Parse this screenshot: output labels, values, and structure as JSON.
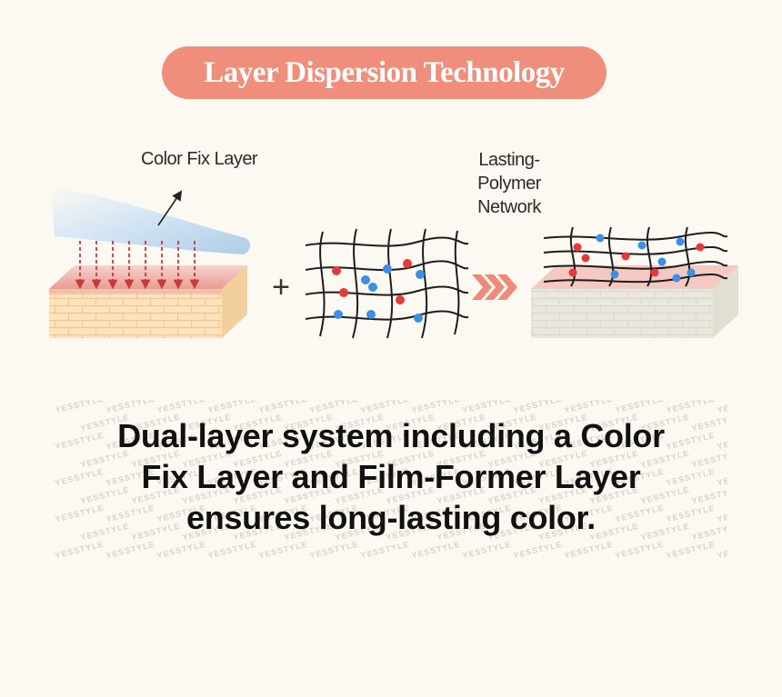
{
  "title": "Layer Dispersion Technology",
  "labels": {
    "color_fix_layer": "Color Fix Layer",
    "lasting_line1": "Lasting-",
    "lasting_line2": "Polymer",
    "lasting_line3": "Network"
  },
  "plus_sign": "+",
  "caption": {
    "line1": "Dual-layer system including a Color",
    "line2": "Fix Layer and Film-Former Layer",
    "line3": "ensures long-lasting color."
  },
  "watermark": "YESSTYLE",
  "colors": {
    "badge": "#ef8f7b",
    "arrow_red": "#c83a3a",
    "dot_red": "#e63a3a",
    "dot_blue": "#3a8fe6",
    "chevron": "#f08a78"
  }
}
